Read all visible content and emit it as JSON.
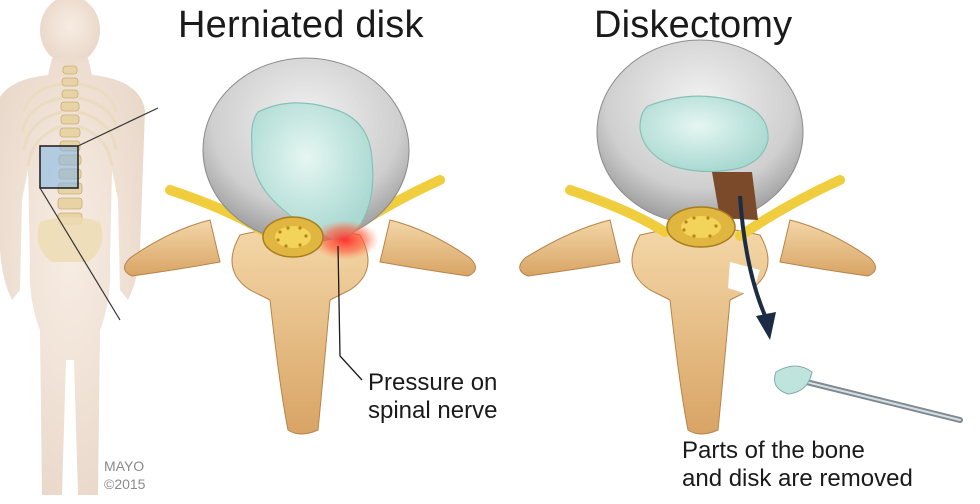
{
  "titles": {
    "herniated": "Herniated disk",
    "diskectomy": "Diskectomy"
  },
  "labels": {
    "pressure_line1": "Pressure on",
    "pressure_line2": "spinal nerve",
    "removed_line1": "Parts of the bone",
    "removed_line2": "and disk are removed"
  },
  "credit": {
    "org": "MAYO",
    "year": "©2015"
  },
  "colors": {
    "bone": "#e9c28a",
    "bone_shadow": "#c9924f",
    "disk_outer": "#d6d6d6",
    "disk_inner": "#bfe3dd",
    "nerve": "#e8c23a",
    "inflammation": "#ff3b3b",
    "removed_tissue": "#7a4a2a",
    "arrow": "#1b2c44",
    "highlight_box": "#7fb6e6"
  }
}
